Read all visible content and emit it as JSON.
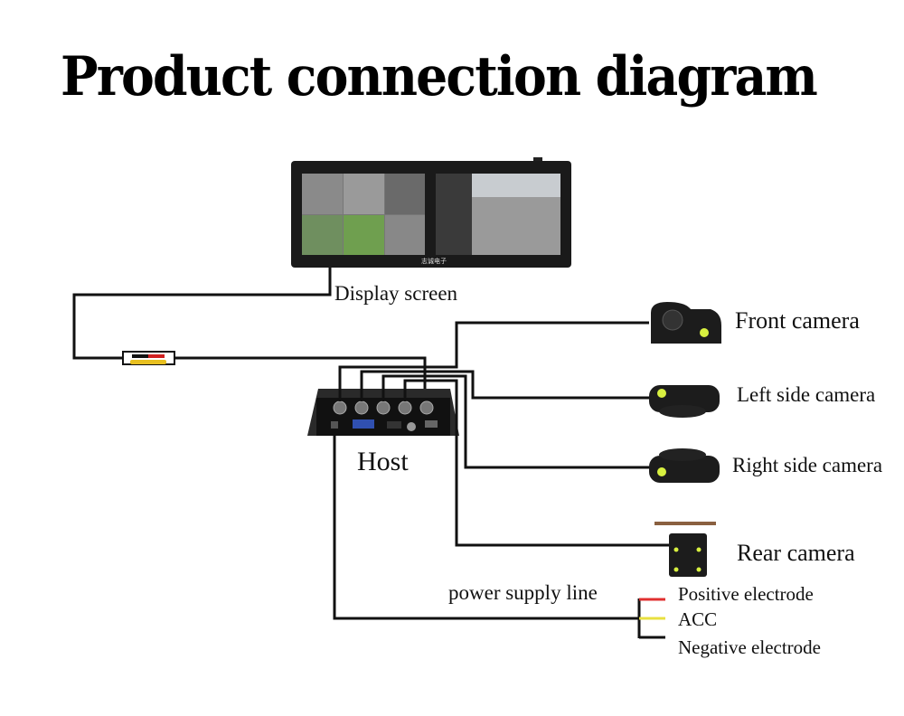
{
  "title": "Product connection diagram",
  "components": {
    "display": {
      "label": "Display screen",
      "brand_text": "志诚电子"
    },
    "host": {
      "label": "Host"
    },
    "cameras": [
      {
        "label": "Front camera"
      },
      {
        "label": "Left side camera"
      },
      {
        "label": "Right side camera"
      },
      {
        "label": "Rear camera"
      }
    ],
    "power": {
      "label": "power supply line",
      "wires": [
        {
          "label": "Positive electrode",
          "color": "#e03030"
        },
        {
          "label": "ACC",
          "color": "#e8e040"
        },
        {
          "label": "Negative electrode",
          "color": "#111111"
        }
      ]
    }
  },
  "colors": {
    "wire": "#111111",
    "rca_red": "#d02020",
    "rca_yellow": "#e8c020",
    "led": "#d8f040"
  }
}
